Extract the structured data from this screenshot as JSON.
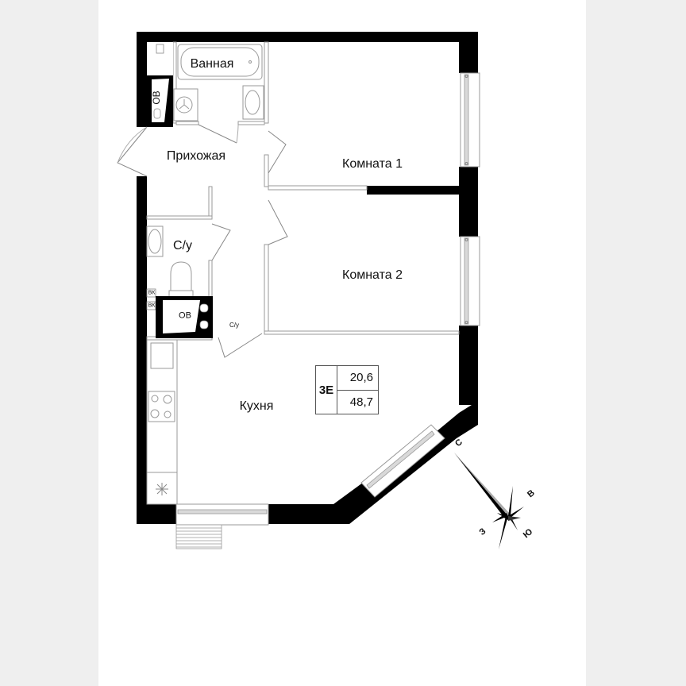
{
  "colors": {
    "background": "#efefef",
    "page": "#ffffff",
    "wall": "#000000",
    "partition": "#9a9a9a",
    "window_glass": "#d9d9d9",
    "text": "#111111"
  },
  "rooms": {
    "bathroom": "Ванная",
    "hallway": "Прихожая",
    "room1": "Комната 1",
    "room2": "Комната 2",
    "wc": "С/у",
    "kitchen": "Кухня"
  },
  "fixtures": {
    "shaft_top": "ОВ",
    "shaft_wc": "ОВ",
    "vk1": "ВК",
    "vk2": "ВК",
    "wc_small": "С/у"
  },
  "apartment": {
    "code": "3Е",
    "living_area": "20,6",
    "total_area": "48,7"
  },
  "compass": {
    "north": "С",
    "east": "В",
    "south": "Ю",
    "west": "З"
  }
}
